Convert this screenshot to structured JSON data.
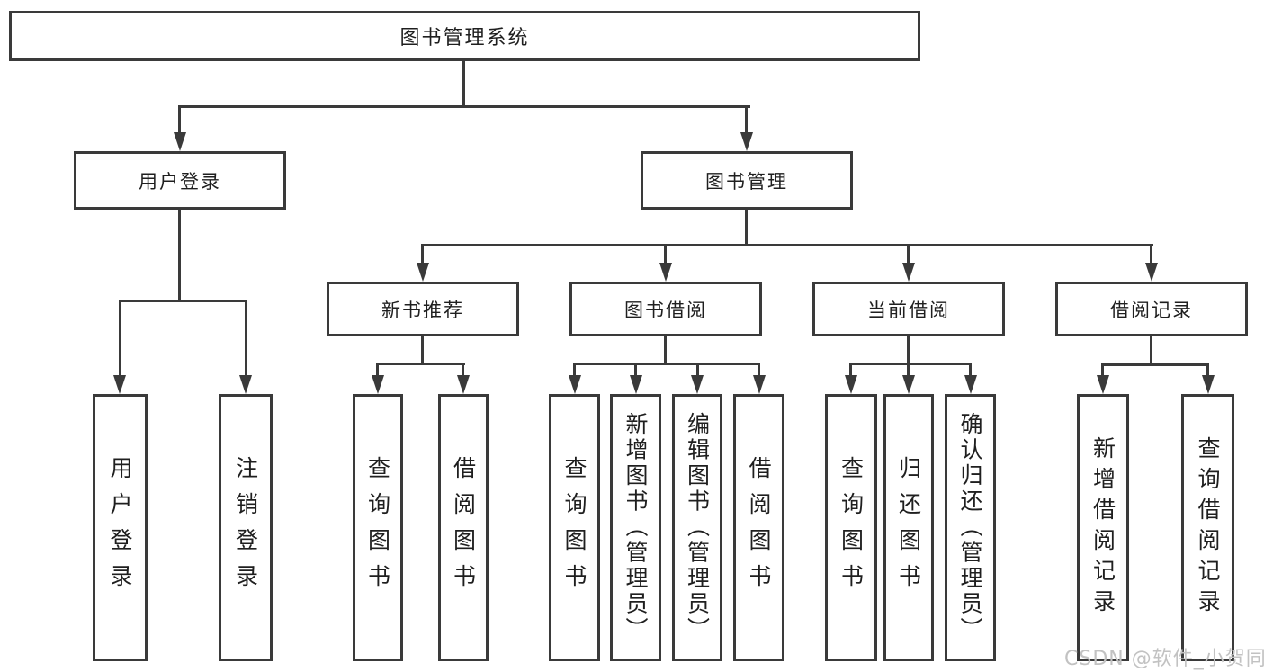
{
  "diagram": {
    "title": "图书管理系统",
    "level2": {
      "user_login": "用户登录",
      "book_mgmt": "图书管理"
    },
    "level3": {
      "new_books": "新书推荐",
      "book_borrow": "图书借阅",
      "current_borrow": "当前借阅",
      "borrow_records": "借阅记录"
    },
    "leaves": {
      "user_login": [
        "用户登录",
        "注销登录"
      ],
      "new_books": [
        "查询图书",
        "借阅图书"
      ],
      "book_borrow": [
        "查询图书",
        "新增图书（管理员）",
        "编辑图书（管理员）",
        "借阅图书"
      ],
      "current_borrow": [
        "查询图书",
        "归还图书",
        "确认归还（管理员）"
      ],
      "borrow_records": [
        "新增借阅记录",
        "查询借阅记录"
      ]
    }
  },
  "watermark": {
    "text": "CSDN @软件_小贺同学"
  },
  "colors": {
    "line": "#3a3a3a",
    "text": "#1f1f1f",
    "background": "#ffffff",
    "watermark": "#c2c2c2"
  }
}
